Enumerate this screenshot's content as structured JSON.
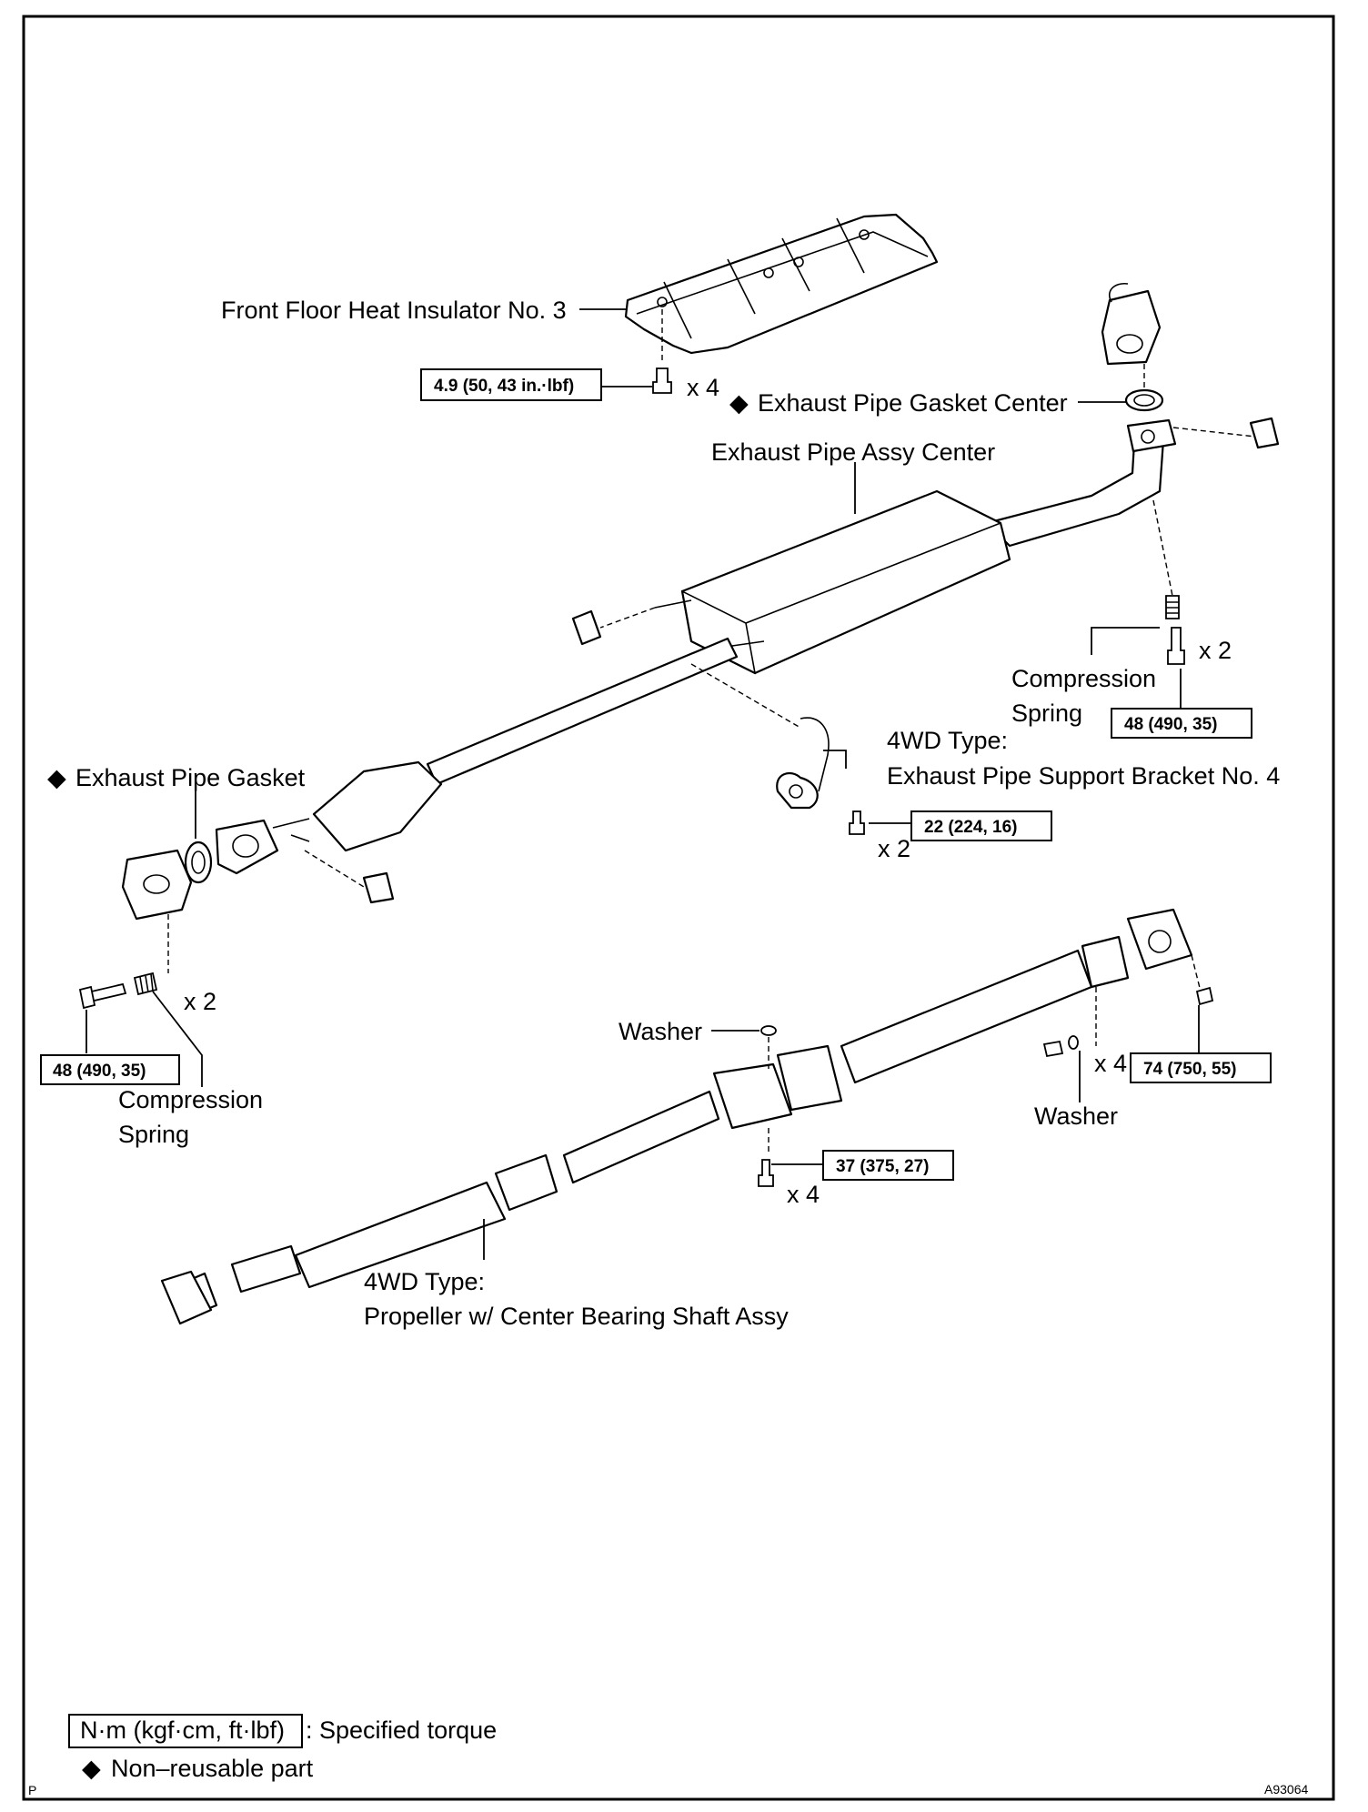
{
  "labels": {
    "front_floor_heat_insulator": "Front Floor Heat Insulator No. 3",
    "exhaust_pipe_gasket_center": "Exhaust Pipe Gasket Center",
    "exhaust_pipe_assy_center": "Exhaust Pipe Assy Center",
    "compression_spring_right_1": "Compression",
    "compression_spring_right_2": "Spring",
    "support_bracket_1": "4WD Type:",
    "support_bracket_2": "Exhaust Pipe Support Bracket No. 4",
    "exhaust_pipe_gasket": "Exhaust Pipe Gasket",
    "compression_spring_left_1": "Compression",
    "compression_spring_left_2": "Spring",
    "washer_center": "Washer",
    "washer_right": "Washer",
    "propeller_1": "4WD Type:",
    "propeller_2": "Propeller w/ Center Bearing Shaft Assy"
  },
  "quantities": {
    "insulator_bolts": "x 4",
    "right_spring_bolts": "x 2",
    "bracket_bolts": "x 2",
    "left_spring_bolts": "x 2",
    "flange_bolts": "x 4",
    "center_bearing_bolts": "x 4"
  },
  "torques": {
    "insulator": "4.9 (50, 43 in.·lbf)",
    "right_spring_bolt": "48 (490, 35)",
    "support_bracket": "22 (224, 16)",
    "left_spring_bolt": "48 (490, 35)",
    "flange_nut": "74 (750, 55)",
    "center_bearing": "37 (375, 27)"
  },
  "symbols": {
    "non_reusable": "◆"
  },
  "legend": {
    "torque_units": "N·m (kgf·cm, ft·lbf)",
    "torque_desc": ": Specified torque",
    "non_reusable_desc": "Non–reusable part"
  },
  "corner": {
    "left_mark": "P",
    "figure_code": "A93064"
  }
}
